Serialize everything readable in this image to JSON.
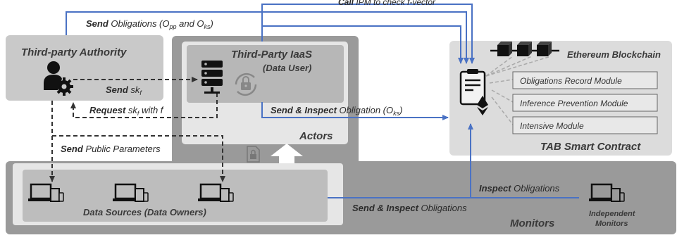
{
  "top_label": {
    "bold": "Call",
    "rest": " IPM to check f-vector"
  },
  "send_obligations_top": {
    "bold": "Send",
    "rest": " Obligations (O",
    "sub1": "pp",
    "mid": " and O",
    "sub2": "ks",
    "end": ")"
  },
  "third_party_authority": {
    "title": "Third-party Authority"
  },
  "third_party_iaas": {
    "title": "Third-Party IaaS",
    "subtitle": "(Data User)"
  },
  "actors_label": "Actors",
  "send_skf": {
    "bold": "Send",
    "rest": " sk",
    "sub": "f"
  },
  "request_skf": {
    "bold": "Request",
    "rest": " sk",
    "sub": "f",
    "end": " with f"
  },
  "send_inspect_obligation": {
    "bold": "Send & Inspect",
    "rest": " Obligation (O",
    "sub": "ks",
    "end": ")"
  },
  "send_public_params": {
    "bold": "Send",
    "rest": " Public Parameters"
  },
  "blockchain": {
    "title": "Ethereum Blockchain"
  },
  "modules": [
    "Obligations Record Module",
    "Inference Prevention Module",
    "Intensive Module"
  ],
  "smart_contract_label": "TAB Smart Contract",
  "data_sources_label": "Data Sources (Data Owners)",
  "send_inspect_obligations_bottom": {
    "bold": "Send & Inspect",
    "rest": " Obligations"
  },
  "inspect_obligations": {
    "bold": "Inspect",
    "rest": " Obligations"
  },
  "monitors_label": "Monitors",
  "independent_monitors": {
    "line1": "Independent",
    "line2": "Monitors"
  },
  "colors": {
    "arrow_blue": "#4a72c4",
    "box_gray": "#c9c9c9",
    "dark_gray": "#8c8c8c",
    "light_gray": "#e4e4e4"
  },
  "icons": [
    "user-gear-icon",
    "server-icon",
    "lock-cycle-icon",
    "contract-document-icon",
    "ethereum-icon",
    "blockchain-cubes-icon",
    "devices-icon",
    "locked-file-icon"
  ]
}
